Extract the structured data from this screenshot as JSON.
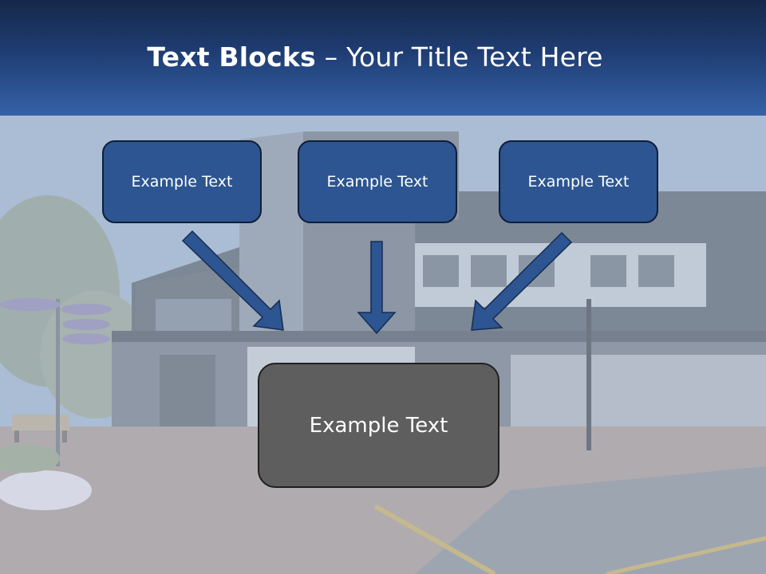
{
  "slide": {
    "title_bold": "Text Blocks",
    "title_rest": " – Your Title Text Here",
    "boxes": [
      {
        "label": "Example Text"
      },
      {
        "label": "Example Text"
      },
      {
        "label": "Example Text"
      }
    ],
    "center_box": {
      "label": "Example Text"
    }
  },
  "colors": {
    "header_dark": "#16284a",
    "header_light": "#3562a8",
    "box_fill": "#2c5591",
    "arrow_fill": "#2c5591",
    "center_fill": "#5e5e5e"
  },
  "background_image": "shopping-plaza-street-photo",
  "icons": [
    "arrow-down-right",
    "arrow-down",
    "arrow-down-left"
  ]
}
